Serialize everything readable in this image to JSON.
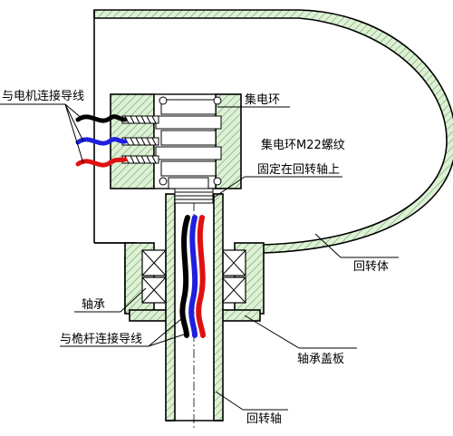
{
  "labels": {
    "motor_wires": "与电机连接导线",
    "slip_ring": "集电环",
    "slip_ring_thread": "集电环M22螺纹",
    "fixed_on_shaft": "固定在回转轴上",
    "rotating_body": "回转体",
    "bearing": "轴承",
    "mast_wires": "与桅杆连接导线",
    "bearing_cover": "轴承盖板",
    "rotating_shaft": "回转轴"
  },
  "colors": {
    "hatch_fill": "#dff0d6",
    "hatch_line": "#5ca85c",
    "wire_black": "#000000",
    "wire_blue": "#1f1fe0",
    "wire_red": "#e01010"
  }
}
